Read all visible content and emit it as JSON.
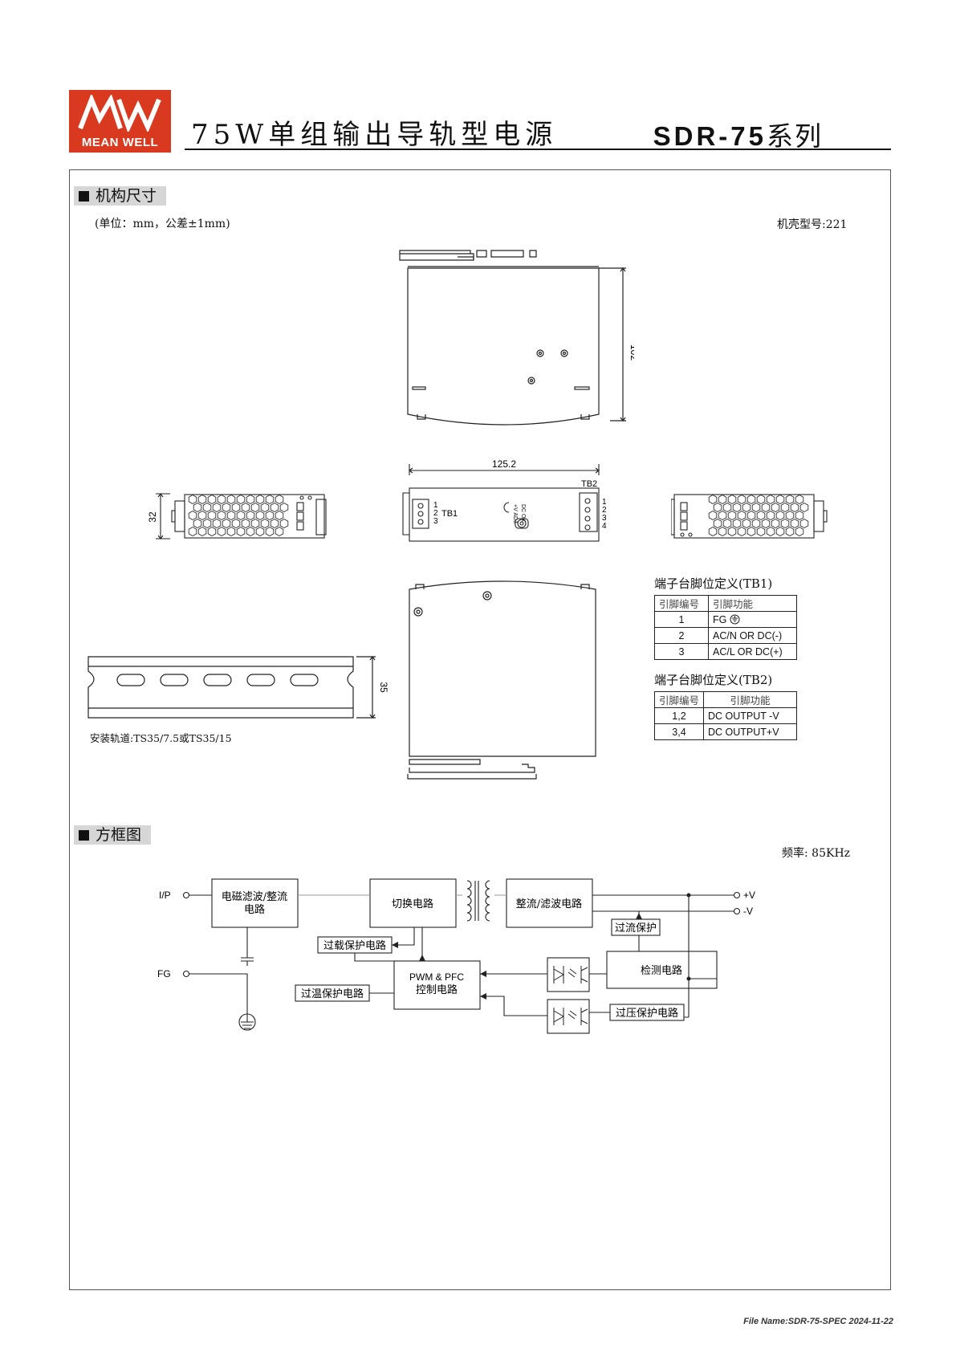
{
  "header": {
    "logo_text": "MEAN WELL",
    "title": "75W单组输出导轨型电源",
    "series_model": "SDR-75",
    "series_suffix": "系列"
  },
  "mechanical": {
    "section_title": "机构尺寸",
    "units_note": "(单位：mm，公差±1mm)",
    "case_no": "机壳型号:221",
    "dim_height": "102",
    "dim_width": "125.2",
    "dim_depth": "32",
    "dim_rail": "35",
    "tb1_label": "TB1",
    "tb2_label": "TB2",
    "tb1_pins": [
      "1",
      "2",
      "3"
    ],
    "tb2_pins": [
      "1",
      "2",
      "3",
      "4"
    ],
    "led_label": "DC OK",
    "adj_label": "+V ADJ.",
    "rail_note": "安装轨道:TS35/7.5或TS35/15"
  },
  "tb1_table": {
    "caption": "端子台脚位定义(TB1)",
    "headers": [
      "引脚编号",
      "引脚功能"
    ],
    "rows": [
      [
        "1",
        "FG"
      ],
      [
        "2",
        "AC/N OR DC(-)"
      ],
      [
        "3",
        "AC/L OR DC(+)"
      ]
    ]
  },
  "tb2_table": {
    "caption": "端子台脚位定义(TB2)",
    "headers": [
      "引脚编号",
      "引脚功能"
    ],
    "rows": [
      [
        "1,2",
        "DC OUTPUT -V"
      ],
      [
        "3,4",
        "DC OUTPUT+V"
      ]
    ]
  },
  "block_diagram": {
    "section_title": "方框图",
    "frequency": "频率: 85KHz",
    "ip_label": "I/P",
    "fg_label": "FG",
    "emi_filter": [
      "电磁滤波/整流",
      "电路"
    ],
    "switching": "切换电路",
    "rectifier": "整流/滤波电路",
    "over_current": "过流保护",
    "overload": "过载保护电路",
    "pwm": [
      "PWM & PFC",
      "控制电路"
    ],
    "detection": "检测电路",
    "over_temp": "过温保护电路",
    "over_voltage": "过压保护电路",
    "out_pos": "+V",
    "out_neg": "-V"
  },
  "footer": {
    "file_name": "File Name:SDR-75-SPEC   2024-11-22"
  }
}
